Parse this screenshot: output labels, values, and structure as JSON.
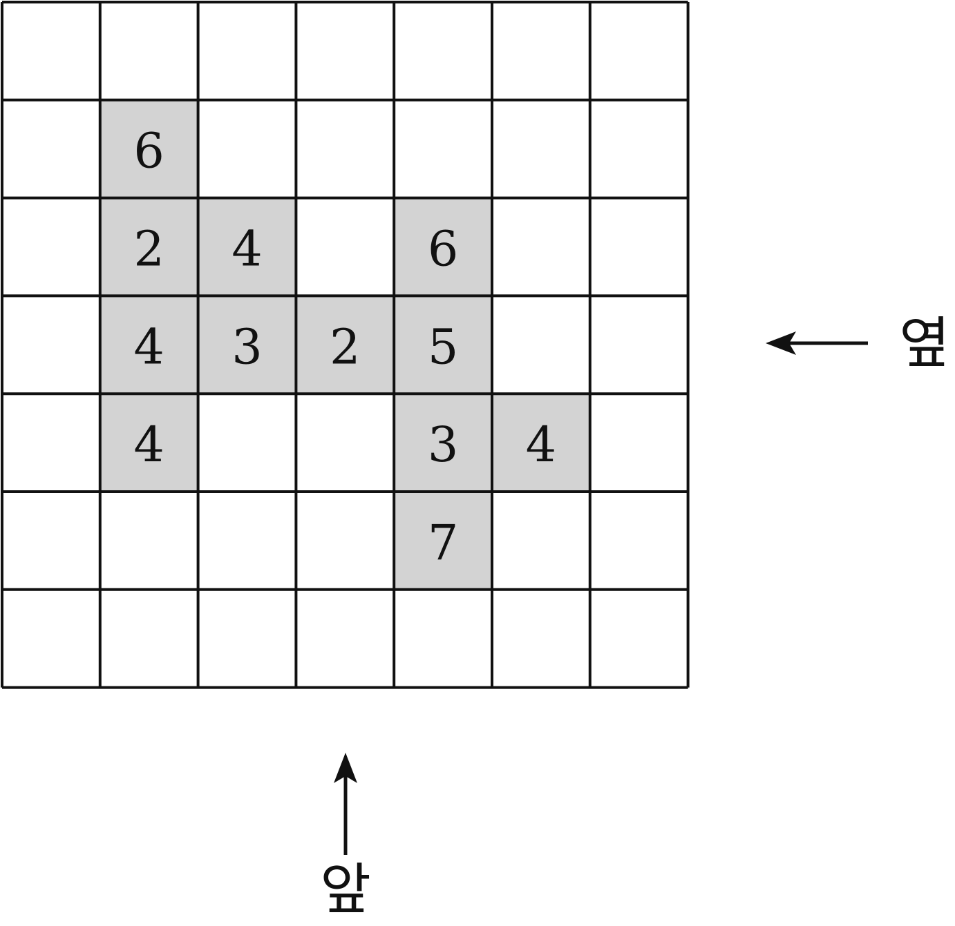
{
  "grid": {
    "rows": 7,
    "cols": 7,
    "shade_color": "#d3d3d3",
    "line_color": "#111111",
    "cells": [
      {
        "row": 1,
        "col": 1,
        "value": "6"
      },
      {
        "row": 2,
        "col": 1,
        "value": "2"
      },
      {
        "row": 2,
        "col": 2,
        "value": "4"
      },
      {
        "row": 2,
        "col": 4,
        "value": "6"
      },
      {
        "row": 3,
        "col": 1,
        "value": "4"
      },
      {
        "row": 3,
        "col": 2,
        "value": "3"
      },
      {
        "row": 3,
        "col": 3,
        "value": "2"
      },
      {
        "row": 3,
        "col": 4,
        "value": "5"
      },
      {
        "row": 4,
        "col": 1,
        "value": "4"
      },
      {
        "row": 4,
        "col": 4,
        "value": "3"
      },
      {
        "row": 4,
        "col": 5,
        "value": "4"
      },
      {
        "row": 5,
        "col": 4,
        "value": "7"
      }
    ]
  },
  "labels": {
    "side": "옆",
    "front": "앞"
  }
}
